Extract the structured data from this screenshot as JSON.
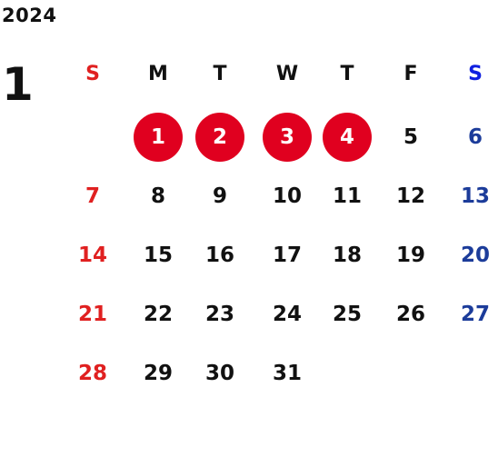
{
  "calendar": {
    "year": "2024",
    "month": "1",
    "weekdays": [
      "S",
      "M",
      "T",
      "W",
      "T",
      "F",
      "S"
    ],
    "weeks": [
      [
        "",
        "1",
        "2",
        "3",
        "4",
        "5",
        "6"
      ],
      [
        "7",
        "8",
        "9",
        "10",
        "11",
        "12",
        "13"
      ],
      [
        "14",
        "15",
        "16",
        "17",
        "18",
        "19",
        "20"
      ],
      [
        "21",
        "22",
        "23",
        "24",
        "25",
        "26",
        "27"
      ],
      [
        "28",
        "29",
        "30",
        "31",
        "",
        "",
        ""
      ]
    ],
    "holidays": [
      "1",
      "2",
      "3",
      "4"
    ]
  },
  "colors": {
    "sunday": "#e02020",
    "saturday_header": "#1020e0",
    "saturday_day": "#1c3c9a",
    "holiday_circle": "#e0001f",
    "text": "#111111"
  }
}
